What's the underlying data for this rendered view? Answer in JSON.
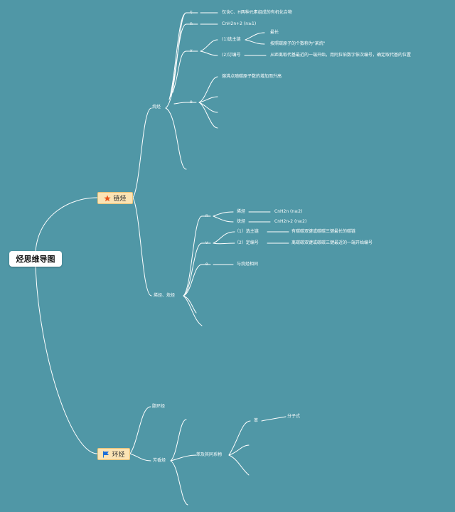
{
  "root": {
    "label": "烃思维导图"
  },
  "chain": {
    "label": "链烃",
    "icon": "star-icon",
    "alkane": {
      "label": "烷烃",
      "def": {
        "letter": "τ",
        "text": "仅含C、H两种元素组成的有机化合物"
      },
      "formula": {
        "letter": "n",
        "text": "CnH2n+2 (n≥1)"
      },
      "naming": {
        "letter": "v",
        "step1": {
          "label": "(1)选主链",
          "rules": [
            "最长",
            "按照碳原子的个数称为\"某烷\""
          ]
        },
        "step2": {
          "label": "(2)订编号",
          "rule": "从距离取代基最近的一端开始，用阿拉伯数字依次编号，确定取代基的位置"
        }
      },
      "property": {
        "letter": "o",
        "text": "熔沸点随碳原子数的增加而升高"
      }
    },
    "alkene": {
      "label": "烯烃、炔烃",
      "formula": {
        "letter": "n",
        "items": [
          {
            "name": "烯烃",
            "formula": "CnH2n (n≥2)"
          },
          {
            "name": "炔烃",
            "formula": "CnH2n-2 (n≥2)"
          }
        ]
      },
      "naming": {
        "letter": "v",
        "items": [
          {
            "label": "（1）选主链",
            "rule": "有碳碳双键或碳碳三键最长的碳链"
          },
          {
            "label": "（2）定编号",
            "rule": "离碳碳双键或碳碳三键最近的一端开始编号"
          }
        ]
      },
      "property": {
        "letter": "o",
        "text": "与烷烃相同"
      }
    }
  },
  "ring": {
    "label": "环烃",
    "icon": "flag-icon",
    "cyclo": {
      "label": "脂环烃"
    },
    "aromatic": {
      "label": "芳香烃",
      "benzene_family": {
        "label": "苯及其同系物",
        "benzene": {
          "label": "苯",
          "molecular": "分子式"
        }
      }
    }
  },
  "colors": {
    "background": "#5097a6",
    "line": "#ffffff",
    "main_fill": "#fbe3b4",
    "star": "#e8551c",
    "flag": "#1e6fd9"
  }
}
